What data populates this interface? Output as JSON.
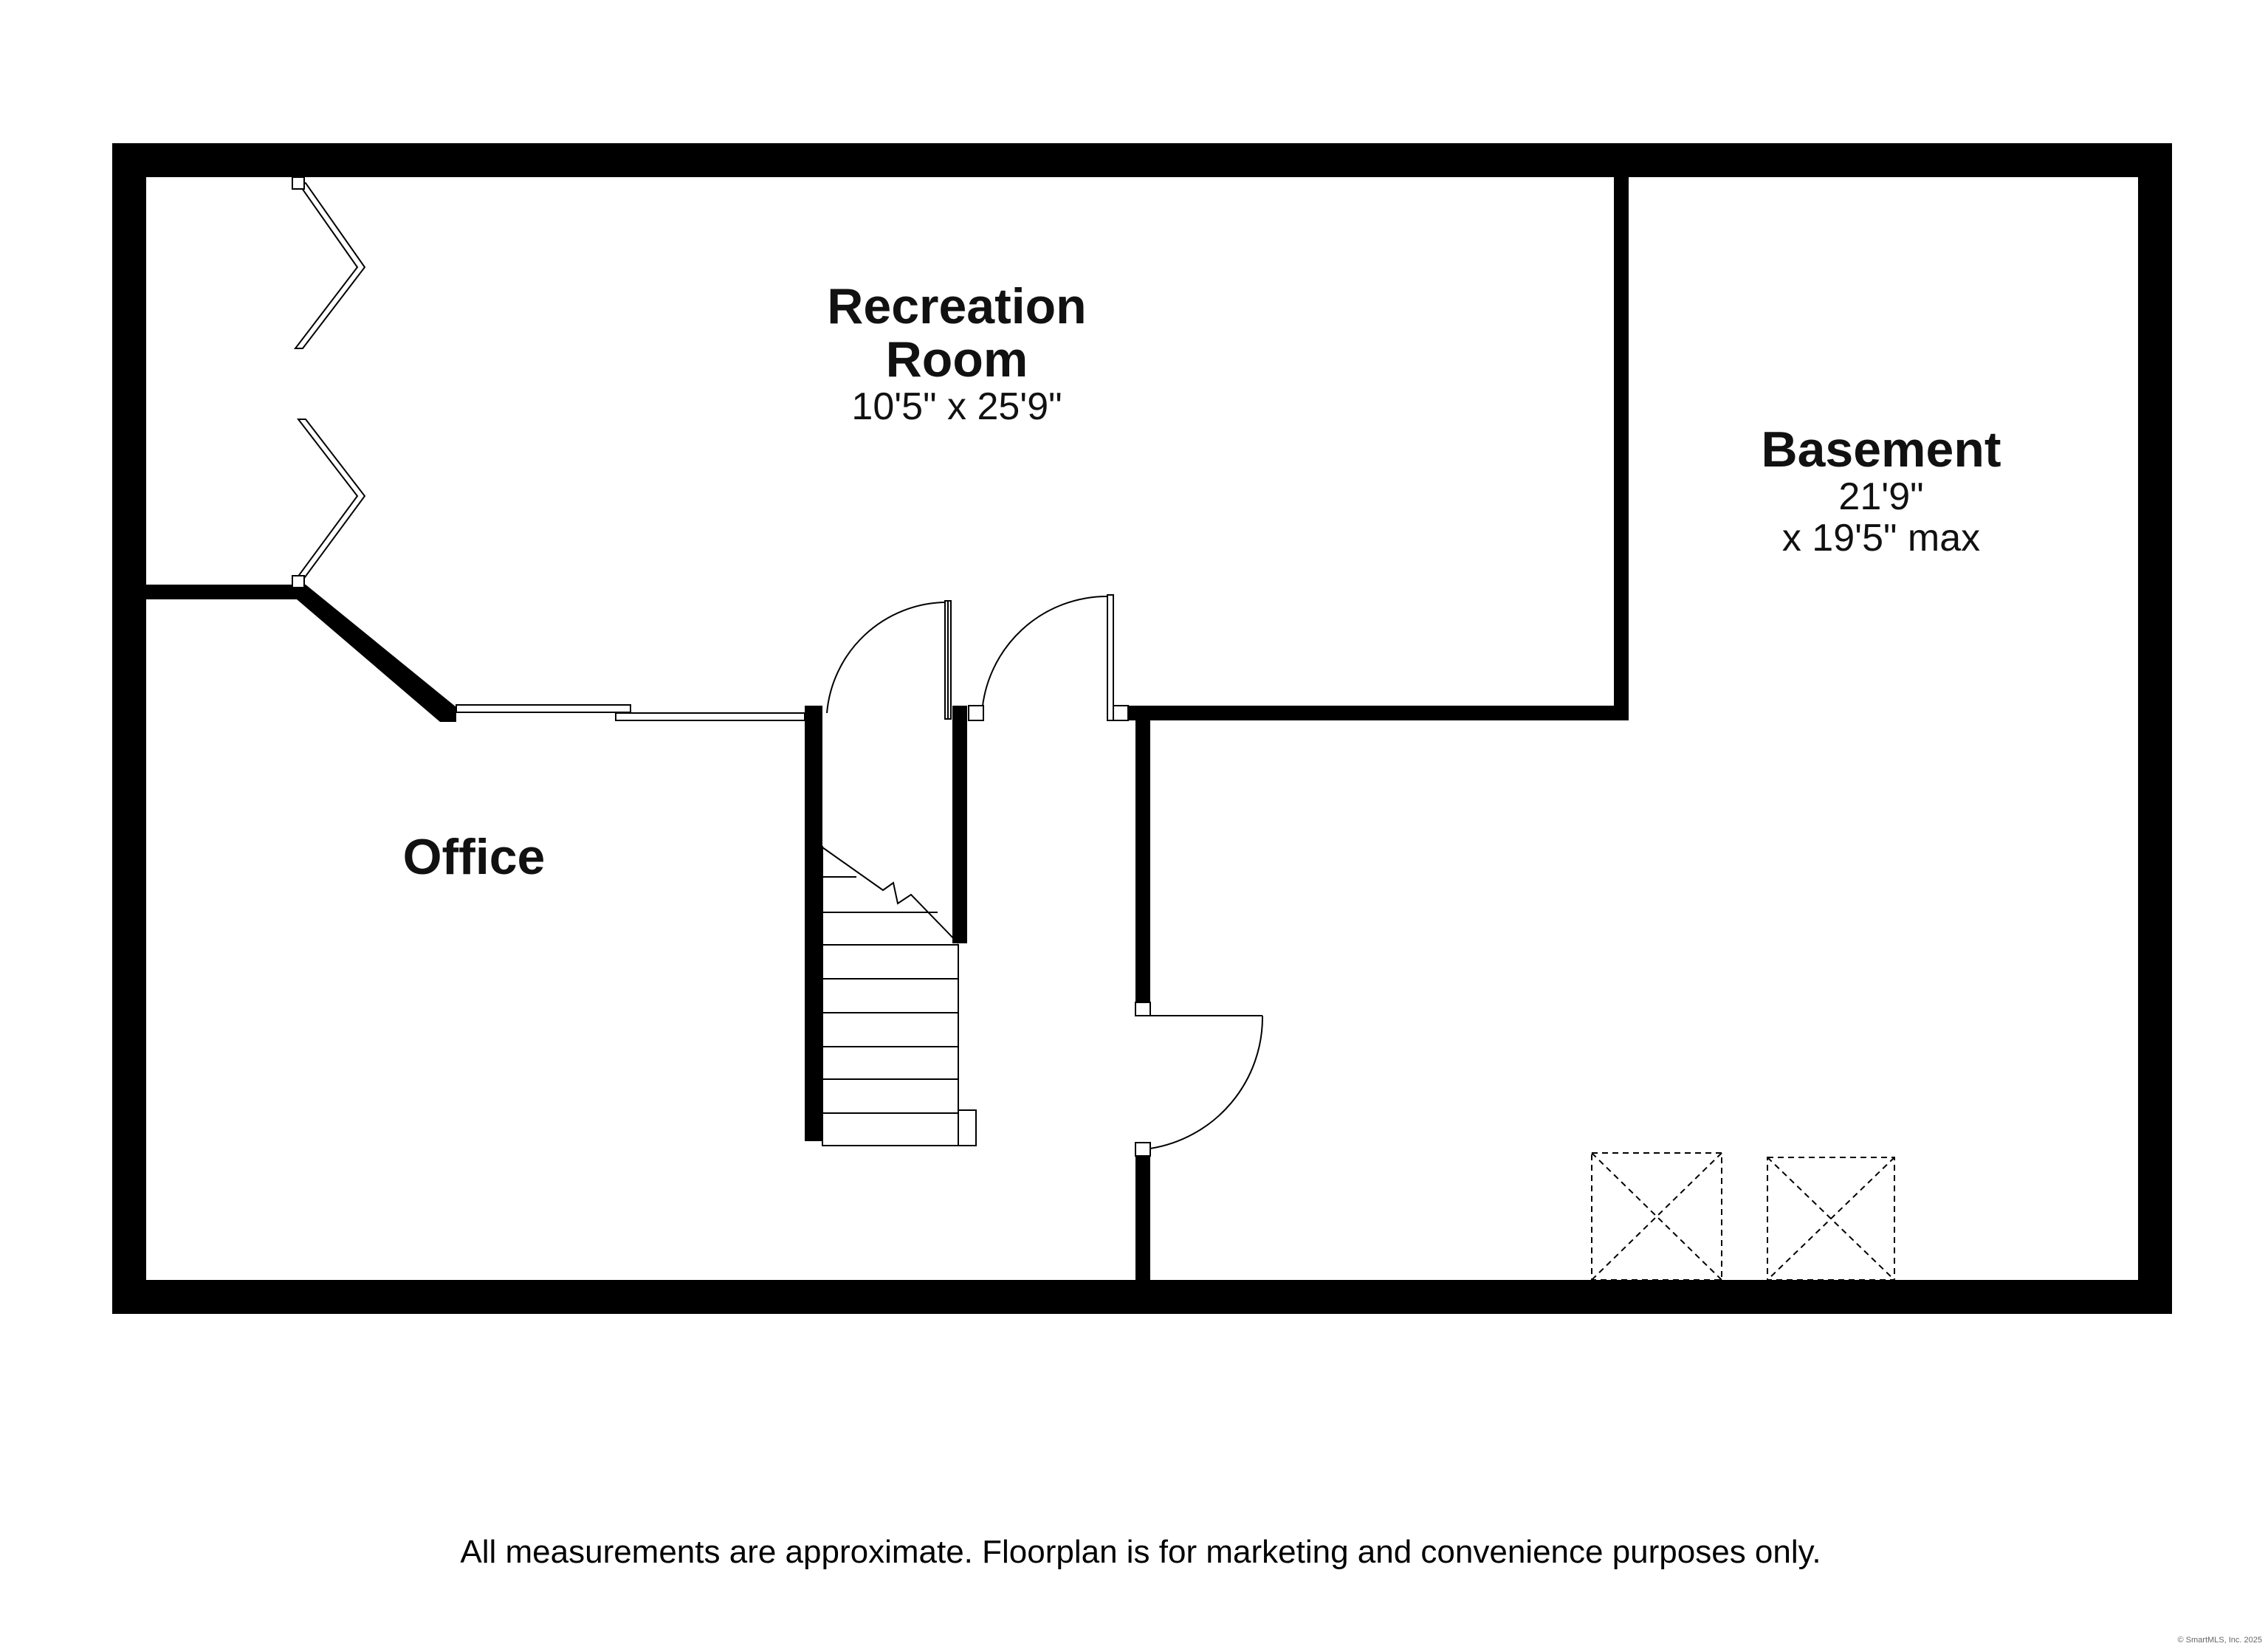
{
  "rooms": {
    "recreation": {
      "name_line1": "Recreation",
      "name_line2": "Room",
      "dimensions": "10'5\" x 25'9\""
    },
    "basement": {
      "name": "Basement",
      "dimension_line1": "21'9\"",
      "dimension_line2": "x 19'5\" max"
    },
    "office": {
      "name": "Office"
    }
  },
  "footer": {
    "disclaimer": "All measurements are approximate. Floorplan is for marketing and convenience purposes only.",
    "copyright": "© SmartMLS, Inc. 2025"
  },
  "colors": {
    "wall": "#000000",
    "line": "#000000",
    "background": "#ffffff"
  }
}
